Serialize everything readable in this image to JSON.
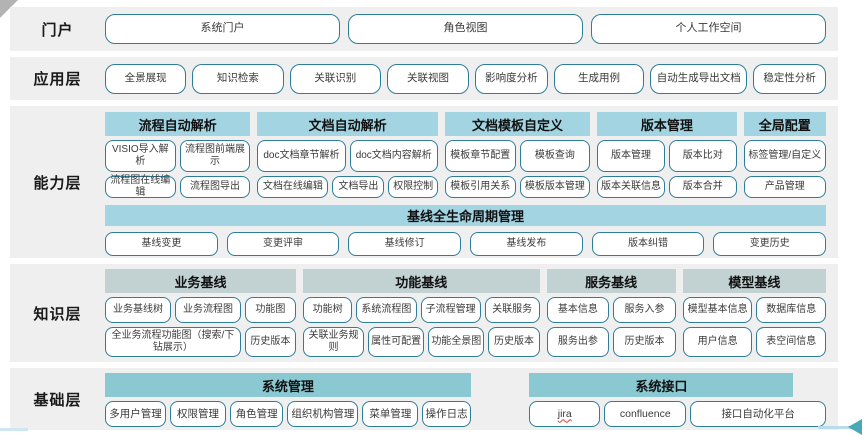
{
  "layers": {
    "portal": {
      "label": "门户",
      "items": [
        "系统门户",
        "角色视图",
        "个人工作空间"
      ]
    },
    "application": {
      "label": "应用层",
      "items": [
        "全景展现",
        "知识检索",
        "关联识别",
        "关联视图",
        "影响度分析",
        "生成用例",
        "自动生成导出文档",
        "稳定性分析"
      ]
    },
    "capability": {
      "label": "能力层",
      "groups": [
        {
          "title": "流程自动解析",
          "rows": [
            [
              "VISIO导入解析",
              "流程图前端展示"
            ],
            [
              "流程图在线编辑",
              "流程图导出"
            ]
          ]
        },
        {
          "title": "文档自动解析",
          "rows": [
            [
              "doc文档章节解析",
              "doc文档内容解析"
            ],
            [
              "文档在线编辑",
              "文档导出",
              "权限控制"
            ]
          ]
        },
        {
          "title": "文档模板自定义",
          "rows": [
            [
              "模板章节配置",
              "模板查询"
            ],
            [
              "模板引用关系",
              "模板版本管理"
            ]
          ]
        },
        {
          "title": "版本管理",
          "rows": [
            [
              "版本管理",
              "版本比对"
            ],
            [
              "版本关联信息",
              "版本合并"
            ]
          ]
        },
        {
          "title": "全局配置",
          "rows": [
            [
              "标签管理/自定义"
            ],
            [
              "产品管理"
            ]
          ]
        }
      ],
      "baseline": {
        "title": "基线全生命周期管理",
        "items": [
          "基线变更",
          "变更评审",
          "基线修订",
          "基线发布",
          "版本纠错",
          "变更历史"
        ]
      }
    },
    "knowledge": {
      "label": "知识层",
      "groups": [
        {
          "title": "业务基线",
          "rows": [
            [
              "业务基线树",
              "业务流程图",
              "功能图"
            ],
            [
              "全业务流程功能图（搜索/下钻展示）",
              "历史版本"
            ]
          ]
        },
        {
          "title": "功能基线",
          "rows": [
            [
              "功能树",
              "系统流程图",
              "子流程管理",
              "关联服务"
            ],
            [
              "关联业务规则",
              "属性可配置",
              "功能全景图",
              "历史版本"
            ]
          ]
        },
        {
          "title": "服务基线",
          "rows": [
            [
              "基本信息",
              "服务入参"
            ],
            [
              "服务出参",
              "历史版本"
            ]
          ]
        },
        {
          "title": "模型基线",
          "rows": [
            [
              "模型基本信息",
              "数据库信息"
            ],
            [
              "用户信息",
              "表空间信息"
            ]
          ]
        }
      ]
    },
    "base": {
      "label": "基础层",
      "groups": [
        {
          "title": "系统管理",
          "rows": [
            [
              "多用户管理",
              "权限管理",
              "角色管理",
              "组织机构管理",
              "菜单管理",
              "操作日志"
            ]
          ]
        },
        {
          "title": "系统接口",
          "rows": [
            [
              "jira",
              "confluence",
              "接口自动化平台"
            ]
          ]
        }
      ]
    }
  },
  "colors": {
    "band_background": "#efefef",
    "capability_header": "#a2d4e2",
    "knowledge_header": "#c2d1d1",
    "base_header": "#8ac8d2",
    "chip_border": "#2e7d98",
    "jira_underline": "#e0392e",
    "arrow_accent": "#4aa8b8"
  }
}
